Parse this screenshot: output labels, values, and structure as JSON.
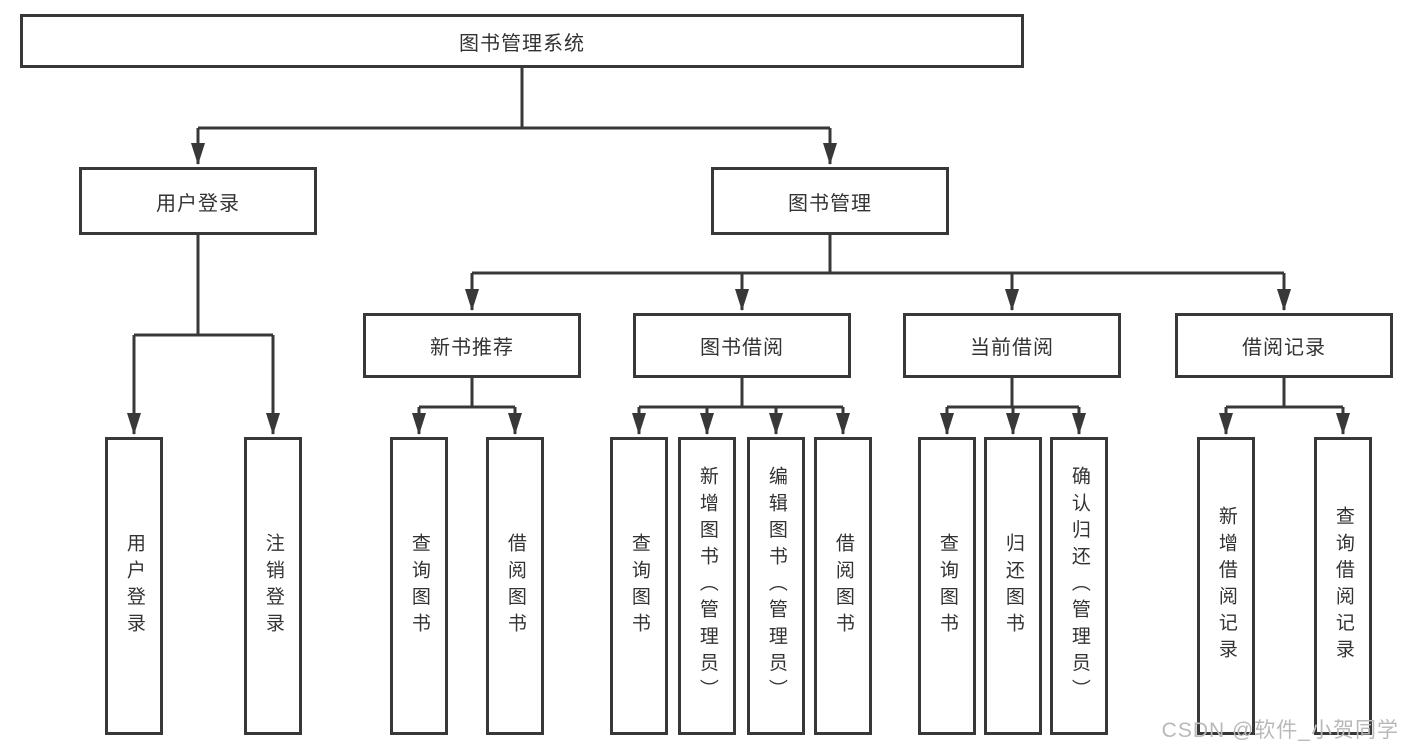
{
  "diagram": {
    "root": {
      "label": "图书管理系统"
    },
    "level1": [
      {
        "label": "用户登录"
      },
      {
        "label": "图书管理"
      }
    ],
    "level2": [
      {
        "label": "新书推荐"
      },
      {
        "label": "图书借阅"
      },
      {
        "label": "当前借阅"
      },
      {
        "label": "借阅记录"
      }
    ],
    "leaves": {
      "user_login": [
        {
          "label": "用户登录"
        },
        {
          "label": "注销登录"
        }
      ],
      "new_book": [
        {
          "label": "查询图书"
        },
        {
          "label": "借阅图书"
        }
      ],
      "book_borrow": [
        {
          "label": "查询图书"
        },
        {
          "label": "新增图书（管理员）"
        },
        {
          "label": "编辑图书（管理员）"
        },
        {
          "label": "借阅图书"
        }
      ],
      "current_borrow": [
        {
          "label": "查询图书"
        },
        {
          "label": "归还图书"
        },
        {
          "label": "确认归还（管理员）"
        }
      ],
      "borrow_records": [
        {
          "label": "新增借阅记录"
        },
        {
          "label": "查询借阅记录"
        }
      ]
    }
  },
  "watermark": {
    "text": "CSDN @软件_小贺同学"
  },
  "colors": {
    "background": "#ffffff",
    "border": "#383838",
    "line": "#383838",
    "text": "#333333",
    "watermark": "#b9b9b9"
  }
}
